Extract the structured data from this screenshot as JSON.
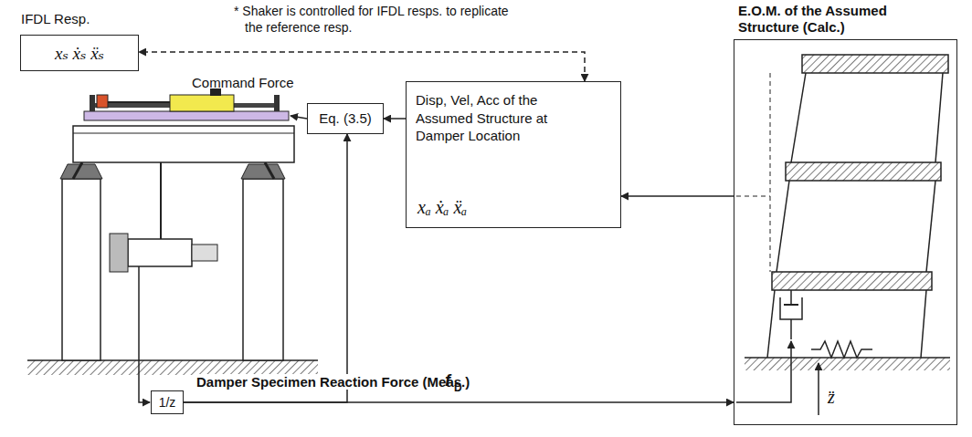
{
  "diagram": {
    "nodes": [
      {
        "text": [
          "IFDL Resp.",
          "xₛ   ẋₛ   ẍₛ"
        ]
      },
      {
        "text": [
          "Eq. (3.5)"
        ]
      },
      {
        "text": [
          "Disp, Vel, Acc of the Assumed Structure at Damper Location",
          "xₐ   ẋₐ   ẍₐ"
        ]
      },
      {
        "text": [
          "E.O.M. of the Assumed Structure (Calc.)"
        ]
      },
      {
        "text": [
          "1/z"
        ]
      }
    ],
    "edges": [
      {
        "from": 3,
        "to": 2,
        "arrow": "to"
      },
      {
        "from": 2,
        "to": 1,
        "arrow": "to"
      },
      {
        "from": 2,
        "to": 0,
        "arrow": "both",
        "label": "* Shaker is controlled for IFDL resps. to replicate the reference resp."
      },
      {
        "from": 4,
        "to": 1,
        "arrow": "to"
      },
      {
        "from": 4,
        "to": 3,
        "arrow": "to",
        "label": "Damper Specimen Reaction Force (Meas.)"
      }
    ],
    "labels": [
      "Command Force",
      "z̈",
      "f",
      "D"
    ]
  }
}
